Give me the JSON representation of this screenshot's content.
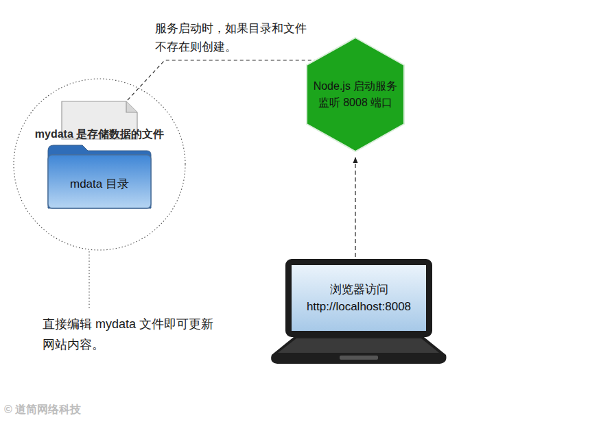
{
  "diagram": {
    "nodes": [
      {
        "text": [
          "mydata 是存储数据的文件"
        ]
      },
      {
        "text": [
          "mdata 目录"
        ]
      },
      {
        "text": [
          "Node.js 启动服务 监听 8008 端口"
        ]
      },
      {
        "text": [
          "浏览器访问 http://localhost:8008"
        ]
      }
    ],
    "edges": [
      {
        "from": 3,
        "to": 2,
        "arrow": "to"
      }
    ],
    "labels": [
      "服务启动时，如果目录和文件不存在则创建。",
      "直接编辑 mydata 文件即可更新网站内容。",
      "© 道简网络科技"
    ]
  }
}
